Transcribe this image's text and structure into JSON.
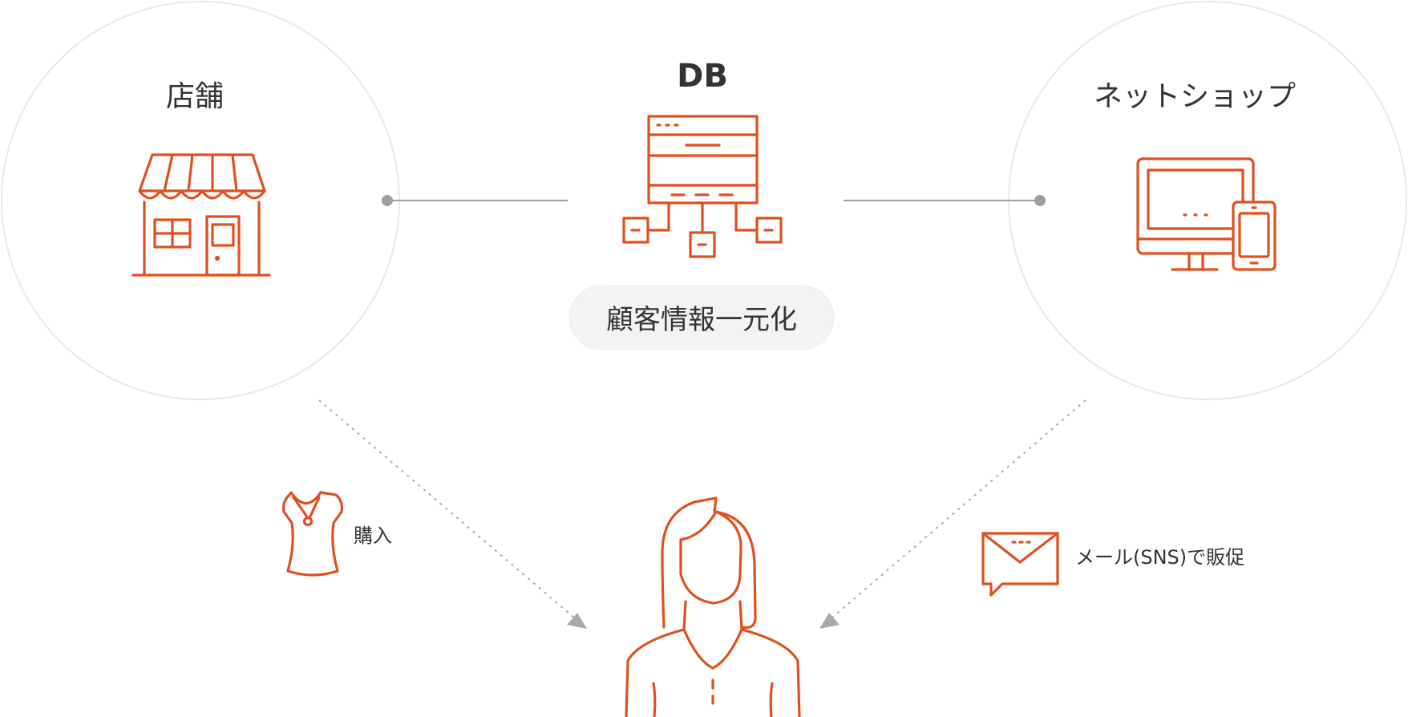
{
  "nodes": {
    "store": {
      "label": "店舗",
      "icon": "storefront-icon"
    },
    "db": {
      "label": "DB",
      "icon": "server-database-icon",
      "badge": "顧客情報一元化"
    },
    "netshop": {
      "label": "ネットショップ",
      "icon": "computer-and-smartphone-icon"
    },
    "customer": {
      "icon": "woman-customer-icon"
    }
  },
  "flows": {
    "purchase": {
      "label": "購入",
      "icon": "blouse-icon"
    },
    "promotion": {
      "label": "メール(SNS)で販促",
      "icon": "mail-chat-icon"
    }
  },
  "colors": {
    "accent": "#E0501E",
    "text": "#333333",
    "line": "#9E9E9E",
    "circle": "#E8E8E8",
    "arrow": "#A9A9A9",
    "pill": "#F3F3F3"
  }
}
